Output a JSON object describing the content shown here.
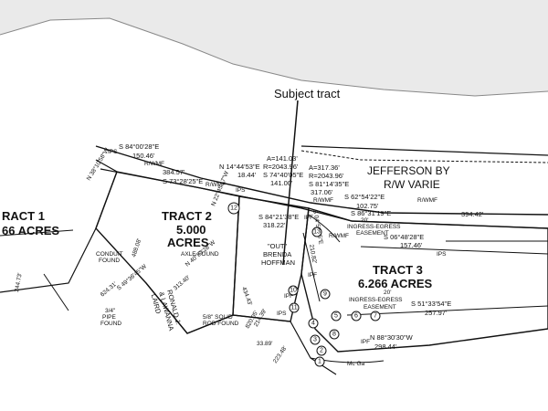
{
  "callout": {
    "text": "Subject tract"
  },
  "road": {
    "line1": "JEFFERSON BY",
    "line2": "R/W VARIE"
  },
  "tracts": {
    "tract1": {
      "line1": "RACT 1",
      "line2": "66 ACRES"
    },
    "tract2": {
      "line1": "TRACT 2",
      "line2": "5.000",
      "line3": "ACRES"
    },
    "tract3": {
      "line1": "TRACT 3",
      "line2": "6.266 ACRES"
    }
  },
  "owners": {
    "brenda": {
      "line1": "\"OUT\"",
      "line2": "BRENDA",
      "line3": "HOFFMAN"
    },
    "ronald": {
      "line1": "RONALD J.",
      "line2": "& LAWANNA",
      "line3": "LAIRD"
    }
  },
  "bearings": {
    "b1": "S 84°00'28\"E",
    "b1d": "150.46'",
    "b2": "S 73°28'25\"E",
    "b2d": "384.57'",
    "b3": "N 14°44'53\"E",
    "b3d": "18.44'",
    "b4": "S 74°40'05\"E",
    "b4d": "141.00'",
    "b5": "S 81°14'35\"E",
    "b5d": "317.06'",
    "b6": "S 62°54'22\"E",
    "b6d": "102.75'",
    "b7": "S 86°31'19\"E",
    "b7d": "394.42'",
    "b8": "S 06°48'28\"E",
    "b8d": "157.46'",
    "b9": "S 84°21'38\"E",
    "b9d": "318.22'",
    "b10": "S 51°33'54\"E",
    "b10d": "257.97'",
    "b11": "N 88°30'30\"W",
    "b11d": "298.44'",
    "b12": "N 40°53'28\"W",
    "b12d": "313.40'",
    "b13": "S 49°36'45\"W",
    "b13d": "624.31'",
    "b14": "N 38°10'58\"W",
    "b15": "N 22°45'17\"W",
    "b16": "S 04°56'35\"E",
    "b16d": "210.82'"
  },
  "curves": {
    "c1": {
      "a": "A=141.03'",
      "r": "R=2043.96'"
    },
    "c2": {
      "a": "A=317.36'",
      "r": "R=2043.96'"
    }
  },
  "distances": {
    "d1": "488.08'",
    "d2": "434.43'",
    "d3": "820.05'",
    "d4": "214.39'",
    "d5": "223.48'",
    "d6": "244.73'",
    "d7": "33.89'"
  },
  "notes": {
    "axle": "AXLE FOUND",
    "conduit1": "CONDUIT",
    "conduit2": "FOUND",
    "pipe1": "3/4\"",
    "pipe2": "PIPE",
    "pipe3": "FOUND",
    "rod1": "5/8\" SOLID",
    "rod2": "ROD FOUND",
    "easement1": "20'",
    "easement2": "INGRESS-EGRESS",
    "easement3": "EASEMENT",
    "easement4": "20'",
    "easement5": "INGRESS-EGRESS",
    "easement6": "EASEMENT",
    "rw1": "R/WMF",
    "rw2": "R/WMF",
    "rw3": "R/WMF",
    "rw4": "R/WMF",
    "rw5": "R/WMF",
    "ips1": "IPS",
    "ips2": "IPS",
    "ips3": "IPS",
    "ips4": "IPS",
    "ipf1": "IPF",
    "ipf2": "IPF",
    "ipf3": "IPF",
    "ipf4": "IPF",
    "mise": "Mc Ga"
  },
  "markers": [
    "12",
    "10",
    "11",
    "13",
    "9",
    "4",
    "5",
    "6",
    "7",
    "8",
    "3",
    "2",
    "1"
  ]
}
